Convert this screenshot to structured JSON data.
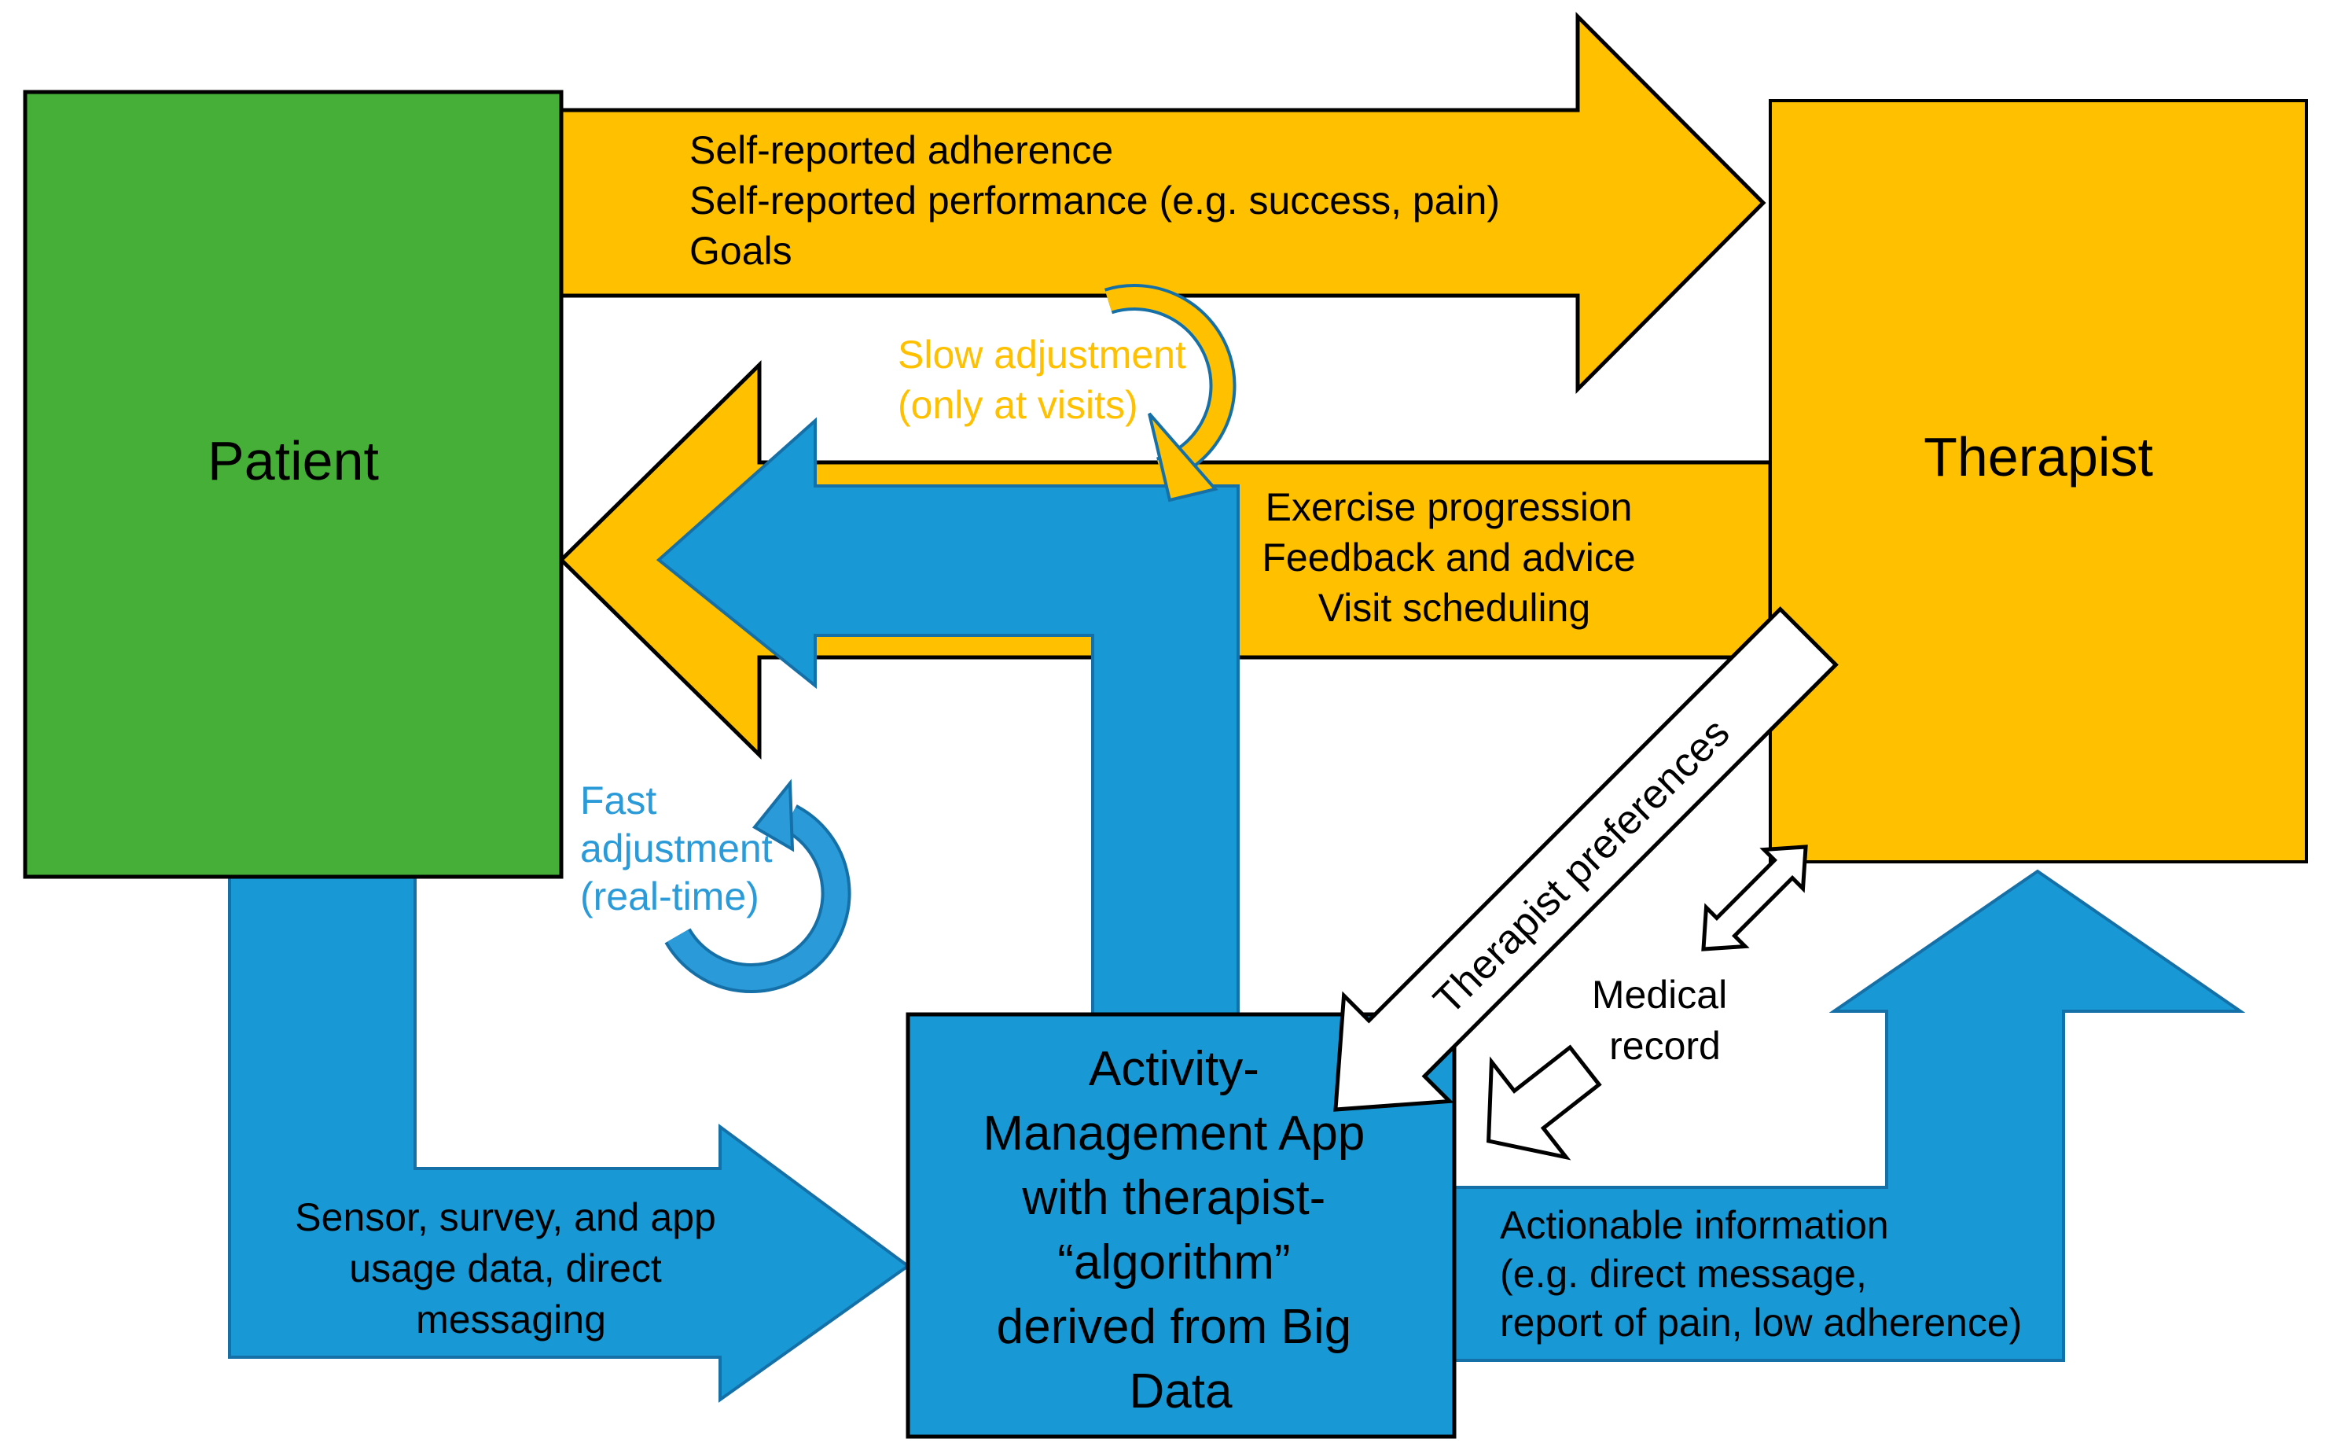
{
  "colors": {
    "patient_green": "#45AF38",
    "therapist_yellow": "#FFC000",
    "app_blue": "#1899D6",
    "adjust_blue": "#2A9BD8",
    "outline": "#000000",
    "text": "#000000",
    "slow_text": "#FFC000",
    "fast_text": "#2A9BD8"
  },
  "nodes": {
    "patient": {
      "label": "Patient"
    },
    "therapist": {
      "label": "Therapist"
    },
    "app": {
      "lines": [
        "Activity-",
        "Management App",
        "with therapist-",
        "“algorithm”",
        "derived from Big",
        "Data"
      ]
    }
  },
  "arrows": {
    "patient_to_therapist": {
      "lines": [
        "Self-reported adherence",
        "Self-reported performance (e.g. success, pain)",
        "Goals"
      ]
    },
    "therapist_to_patient": {
      "lines": [
        "Exercise progression",
        "Feedback and advice",
        "Visit scheduling"
      ]
    },
    "patient_to_app": {
      "lines": [
        "Sensor, survey, and app",
        "usage data, direct",
        "messaging"
      ]
    },
    "app_to_therapist": {
      "lines": [
        "Actionable information",
        "(e.g. direct message,",
        "report of pain, low adherence)"
      ]
    },
    "therapist_preferences": {
      "label": "Therapist preferences"
    },
    "medical_record": {
      "lines": [
        "Medical",
        "record"
      ]
    }
  },
  "adjustments": {
    "slow": {
      "lines": [
        "Slow adjustment",
        "(only at visits)"
      ]
    },
    "fast": {
      "lines": [
        "Fast",
        "adjustment",
        "(real-time)"
      ]
    }
  }
}
